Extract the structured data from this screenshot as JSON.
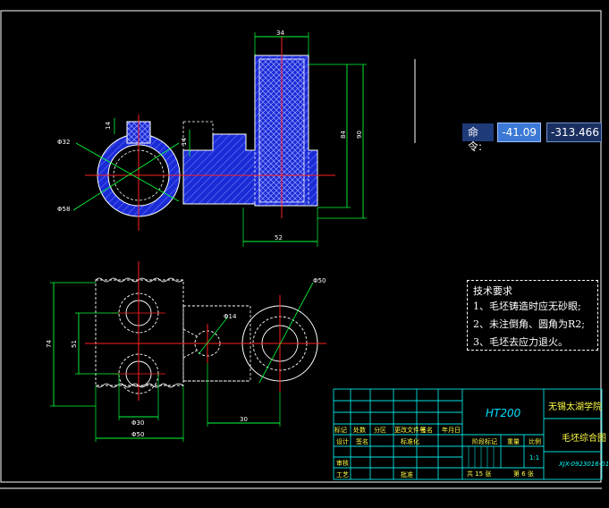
{
  "command_bar": {
    "label": "命令:",
    "x_value": "-41.09",
    "y_value": "-313.466"
  },
  "dimensions": {
    "top_width": "34",
    "top_height_inner": "84",
    "top_height_outer": "90",
    "base_width": "52",
    "boss_height": "14",
    "small_step": "14",
    "left_circle_dia": "Φ32",
    "left_bore_dia": "Φ58",
    "bottom_height_outer": "74",
    "bottom_height_inner": "51",
    "bottom_width_small": "Φ30",
    "bottom_width_large": "Φ50",
    "mid_hole_dia": "Φ14",
    "right_circle_dia": "Φ50",
    "right_offset": "30"
  },
  "technical_requirements": {
    "title": "技术要求",
    "items": [
      "1、毛坯铸造时应无砂眼;",
      "2、未注倒角、圆角为R2;",
      "3、毛坯去应力退火。"
    ]
  },
  "title_block": {
    "material": "HT200",
    "school": "无锡太湖学院",
    "drawing_name": "毛坯综合图",
    "code": "XJX-0923016-01",
    "scale": "1:1",
    "sheets_total": "共 15 张",
    "sheet_no": "第 6 张",
    "headers_row1": [
      "标记",
      "处数",
      "分区",
      "更改文件号",
      "签名",
      "年月日"
    ],
    "headers_row2": [
      "设计",
      "签名",
      "标准化"
    ],
    "headers_row3": [
      "审核"
    ],
    "headers_row4": [
      "工艺",
      "批准"
    ],
    "right_headers": [
      "阶段标记",
      "重量",
      "比例"
    ]
  },
  "colors": {
    "background": "#000000",
    "outline": "#ffffff",
    "hatch": "#1a2bd6",
    "center_line": "#ff2020",
    "dimension": "#00ff3a",
    "title_block": "#00e0e0",
    "text_yellow": "#ffff40"
  }
}
